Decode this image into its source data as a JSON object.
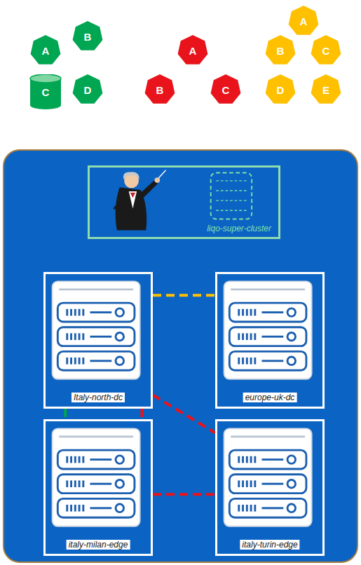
{
  "diagram": {
    "nodes": [
      {
        "text": [
          "A"
        ]
      },
      {
        "text": [
          "B"
        ]
      },
      {
        "text": [
          "C"
        ]
      },
      {
        "text": [
          "D"
        ]
      },
      {
        "text": [
          "A"
        ]
      },
      {
        "text": [
          "B"
        ]
      },
      {
        "text": [
          "C"
        ]
      },
      {
        "text": [
          "A"
        ]
      },
      {
        "text": [
          "B"
        ]
      },
      {
        "text": [
          "C"
        ]
      },
      {
        "text": [
          "D"
        ]
      },
      {
        "text": [
          "E"
        ]
      },
      {
        "text": [
          "liqo-super-cluster"
        ]
      },
      {
        "text": [
          "Italy-north-dc"
        ]
      },
      {
        "text": [
          "europe-uk-dc"
        ]
      },
      {
        "text": [
          "italy-milan-edge"
        ]
      },
      {
        "text": [
          "italy-turin-edge"
        ]
      }
    ],
    "edges": [
      {
        "from": 13,
        "to": 14,
        "arrow": "none"
      },
      {
        "from": 13,
        "to": 15,
        "arrow": "none"
      },
      {
        "from": 13,
        "to": 16,
        "arrow": "none"
      },
      {
        "from": 13,
        "to": 15,
        "arrow": "none"
      },
      {
        "from": 15,
        "to": 16,
        "arrow": "none"
      }
    ]
  }
}
